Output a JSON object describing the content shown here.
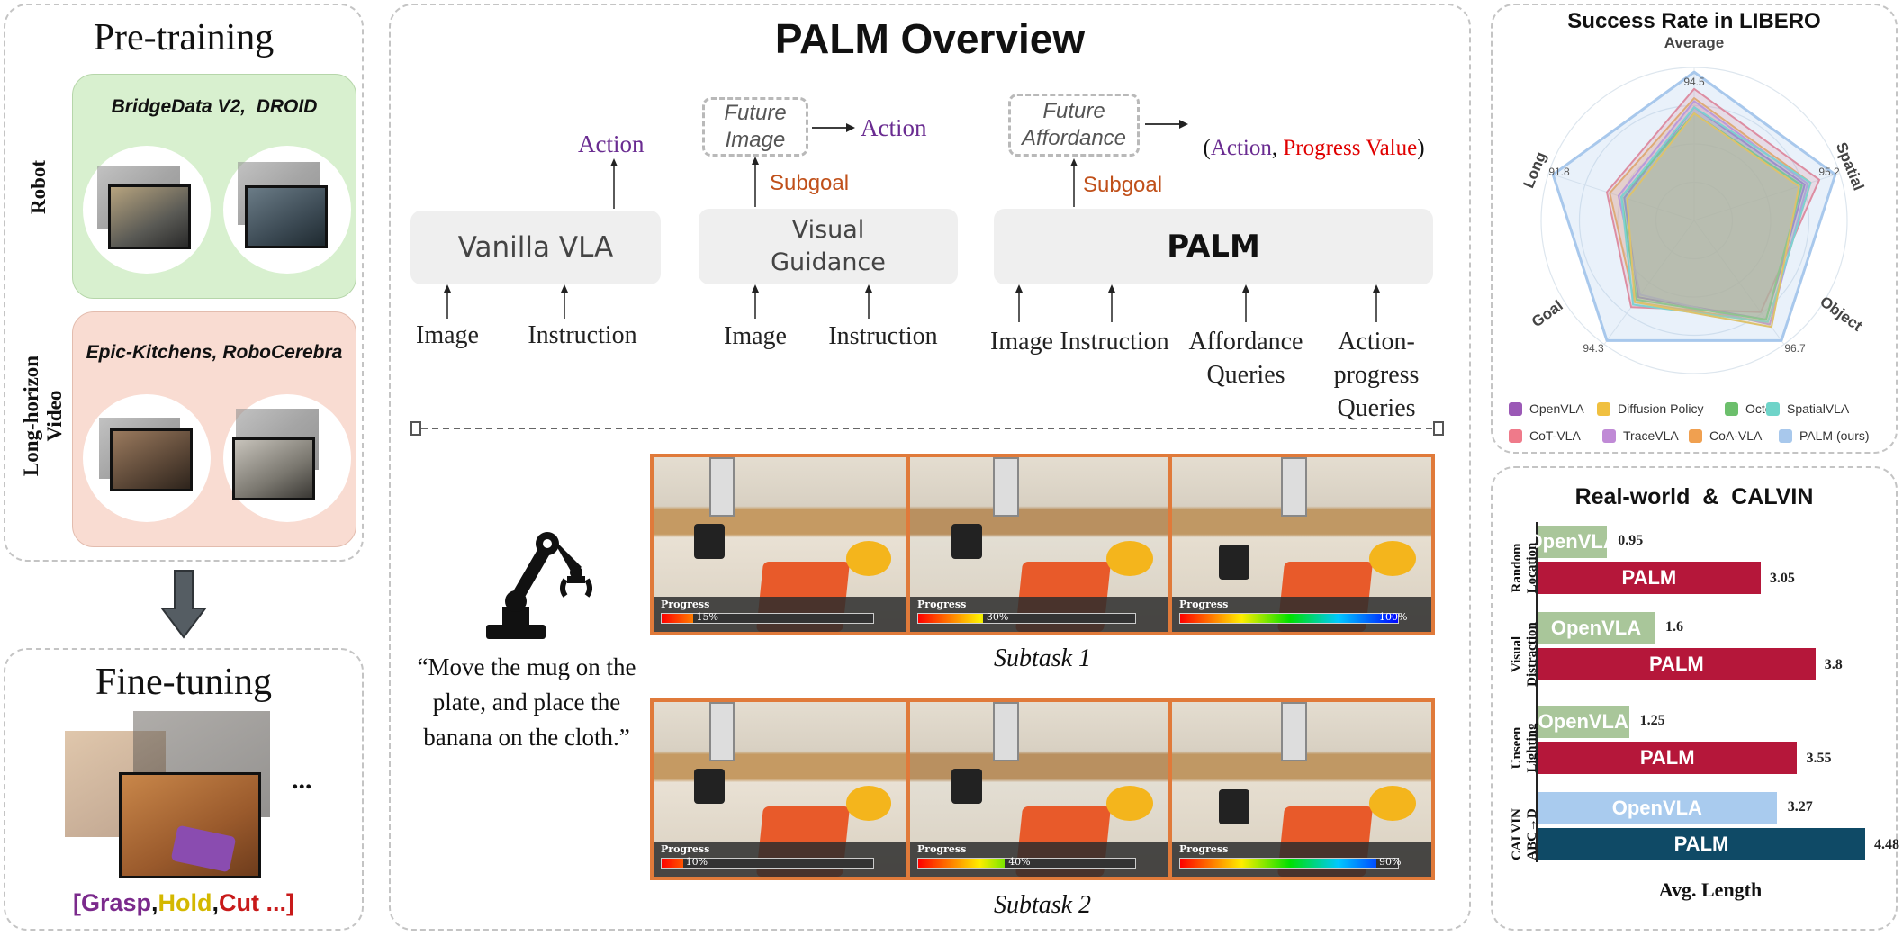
{
  "left": {
    "pretraining_title": "Pre-training",
    "robot_label": "Robot",
    "robot_datasets": "BridgeData V2,  DROID",
    "video_label_1": "Long-horizon",
    "video_label_2": "Video",
    "video_datasets": "Epic-Kitchens, RoboCerebra",
    "finetuning_title": "Fine-tuning",
    "ellipsis": "...",
    "skills": {
      "open": "[",
      "grasp": "Grasp",
      "c1": ",",
      "hold": "Hold",
      "c2": ",",
      "cut": "Cut",
      "tail": " ...]"
    },
    "colors": {
      "robot_bg": "#d8f0cf",
      "video_bg": "#f9dcd2",
      "grasp": "#7b2a8c",
      "hold": "#d4b800",
      "cut": "#c81a1a"
    }
  },
  "center": {
    "title": "PALM Overview",
    "vanilla": {
      "box": "Vanilla VLA",
      "output": "Action",
      "inputs": [
        "Image",
        "Instruction"
      ]
    },
    "visual": {
      "box_line1": "Visual",
      "box_line2": "Guidance",
      "subgoal": "Subgoal",
      "future_line1": "Future",
      "future_line2": "Image",
      "output": "Action",
      "inputs": [
        "Image",
        "Instruction"
      ]
    },
    "palm": {
      "box": "PALM",
      "subgoal": "Subgoal",
      "future_line1": "Future",
      "future_line2": "Affordance",
      "out_open": "(",
      "out_action": "Action",
      "out_comma": ", ",
      "out_progress": "Progress Value",
      "out_close": ")",
      "inputs": [
        "Image",
        "Instruction"
      ],
      "input3_line1": "Affordance",
      "input3_line2": "Queries",
      "input4_line1": "Action-",
      "input4_line2": "progress",
      "input4_line3": "Queries"
    },
    "instruction_line1": "“Move the mug on the",
    "instruction_line2": "plate, and place the",
    "instruction_line3": "banana on the cloth.”",
    "progress_label": "Progress",
    "subtask1": {
      "label": "Subtask 1",
      "frames": [
        {
          "pct": "15%",
          "progress": 0.15
        },
        {
          "pct": "30%",
          "progress": 0.3
        },
        {
          "pct": "100%",
          "progress": 1.0
        }
      ]
    },
    "subtask2": {
      "label": "Subtask 2",
      "frames": [
        {
          "pct": "10%",
          "progress": 0.1
        },
        {
          "pct": "40%",
          "progress": 0.4
        },
        {
          "pct": "90%",
          "progress": 0.9
        }
      ]
    },
    "colors": {
      "action": "#6a2c91",
      "subgoal": "#c0501a",
      "progress": "#e00000",
      "frame_border": "#e07a3a"
    }
  },
  "radar": {
    "title": "Success Rate in LIBERO",
    "axes": [
      "Average",
      "Spatial",
      "Object",
      "Goal",
      "Long"
    ],
    "palm_values": [
      "94.5",
      "95.2",
      "96.7",
      "94.3",
      "91.8"
    ],
    "legend": [
      {
        "name": "OpenVLA",
        "color": "#9b59b6"
      },
      {
        "name": "Diffusion Policy",
        "color": "#f0c040"
      },
      {
        "name": "Octo",
        "color": "#6cbf6c"
      },
      {
        "name": "SpatialVLA",
        "color": "#6fd4c9"
      },
      {
        "name": "CoT-VLA",
        "color": "#ef7a8a"
      },
      {
        "name": "TraceVLA",
        "color": "#c08ad6"
      },
      {
        "name": "CoA-VLA",
        "color": "#f0a050"
      },
      {
        "name": "PALM (ours)",
        "color": "#a8c8ec"
      }
    ]
  },
  "bars": {
    "title": "Real-world  &  CALVIN",
    "xlabel": "Avg. Length",
    "groups": [
      {
        "label_line1": "Random",
        "label_line2": "Location",
        "openvla": 0.95,
        "palm": 3.05,
        "openvla_text": "0.95",
        "palm_text": "3.05"
      },
      {
        "label_line1": "Visual",
        "label_line2": "Distraction",
        "openvla": 1.6,
        "palm": 3.8,
        "openvla_text": "1.6",
        "palm_text": "3.8"
      },
      {
        "label_line1": "Unseen",
        "label_line2": "Lighting",
        "openvla": 1.25,
        "palm": 3.55,
        "openvla_text": "1.25",
        "palm_text": "3.55"
      },
      {
        "label_line1": "CALVIN",
        "label_line2": "ABC→D",
        "openvla": 3.27,
        "palm": 4.48,
        "openvla_text": "3.27",
        "palm_text": "4.48"
      }
    ],
    "openvla_name": "OpenVLA",
    "palm_name": "PALM",
    "colors": {
      "openvla": "#a9c69a",
      "palm": "#b5173a",
      "calvin_openvla": "#a9cbee",
      "calvin_palm": "#0f4a66"
    }
  },
  "chart_data": [
    {
      "type": "radar",
      "title": "Success Rate in LIBERO",
      "axes": [
        "Average",
        "Spatial",
        "Object",
        "Goal",
        "Long"
      ],
      "series": [
        {
          "name": "PALM (ours)",
          "values": [
            94.5,
            95.2,
            96.7,
            94.3,
            91.8
          ]
        }
      ],
      "legend": [
        "OpenVLA",
        "Diffusion Policy",
        "Octo",
        "SpatialVLA",
        "CoT-VLA",
        "TraceVLA",
        "CoA-VLA",
        "PALM (ours)"
      ],
      "legend_position": "bottom"
    },
    {
      "type": "bar",
      "title": "Real-world  &  CALVIN",
      "categories": [
        "Random Location",
        "Visual Distraction",
        "Unseen Lighting",
        "CALVIN ABC→D"
      ],
      "series": [
        {
          "name": "OpenVLA",
          "values": [
            0.95,
            1.6,
            1.25,
            3.27
          ]
        },
        {
          "name": "PALM",
          "values": [
            3.05,
            3.8,
            3.55,
            4.48
          ]
        }
      ],
      "xlabel": "Avg. Length",
      "orientation": "horizontal"
    }
  ]
}
